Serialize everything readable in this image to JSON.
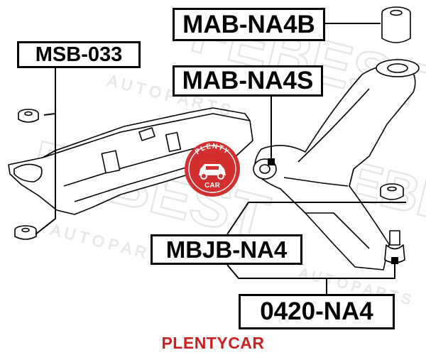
{
  "labels": {
    "msb": "MSB-033",
    "nab4b": "MAB-NA4B",
    "nab4s": "MAB-NA4S",
    "mbjb": "MBJB-NA4",
    "part0420": "0420-NA4"
  },
  "watermark": {
    "brand": "FEBEST",
    "tagline": "A U T O   P A R T S"
  },
  "stamp": {
    "top": "PLENTY",
    "bottom": "CAR",
    "color": "#d32f2f"
  },
  "footer": {
    "brand": "PLENTYCAR",
    "color": "#cc1f1f"
  }
}
